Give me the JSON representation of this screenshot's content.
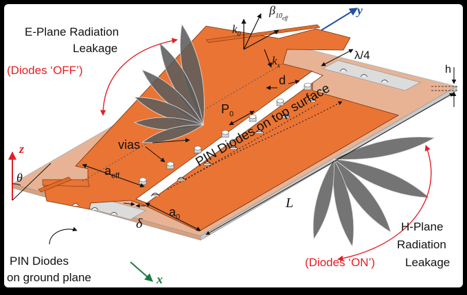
{
  "labels": {
    "e_plane_line1": "E-Plane Radiation",
    "e_plane_line2": "Leakage",
    "diodes_off": "(Diodes ‘OFF’)",
    "h_plane_line1": "H-Plane",
    "h_plane_line2": "Radiation",
    "h_plane_line3": "Leakage",
    "diodes_on": "(Diodes ‘ON’)",
    "pin_ground_line1": "PIN Diodes",
    "pin_ground_line2": "on ground plane",
    "pin_top": "PIN Diodes on top surface",
    "vias": "vias",
    "a_eff": "a",
    "a_eff_sub": "eff",
    "a0": "a",
    "a0_sub": "0",
    "p0": "P",
    "p0_sub": "0",
    "d": "d",
    "delta": "δ",
    "L": "L",
    "lambda4": "λ/4",
    "h": "h",
    "z": "z",
    "x": "x",
    "y": "y",
    "theta": "θ",
    "k0": "k",
    "k0_sub": "0",
    "kx": "k",
    "kx_sub": "x",
    "beta": "β",
    "beta_sub": "10",
    "beta_sub2": "eff"
  },
  "colors": {
    "copper": "#ea7434",
    "substrate": "#e8b394",
    "background": "#ffffff",
    "lobe": "#5c5c5c",
    "annotation_red": "#e31e24",
    "axis_green": "#1a7a3a",
    "axis_blue": "#1f4fa8"
  }
}
